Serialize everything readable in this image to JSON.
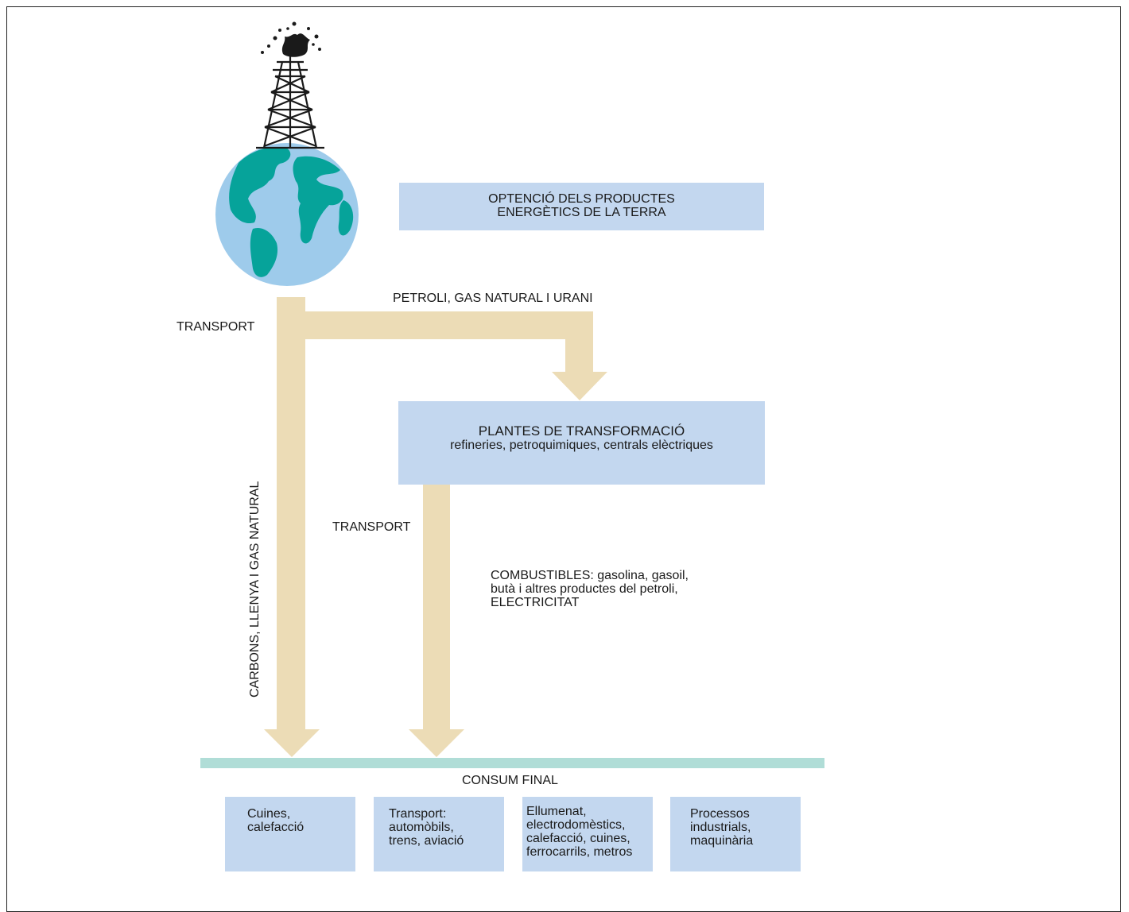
{
  "colors": {
    "flow": "#ecdcb6",
    "box": "#c3d7ef",
    "consum_line": "#b0ddd7",
    "ocean": "#9ecbeb",
    "land": "#06a39a",
    "derrick": "#1a1a1a"
  },
  "icons": {
    "globe": "globe-icon",
    "derrick": "oil-derrick-icon"
  },
  "boxes": {
    "obtencio": {
      "lines": [
        "OPTENCIÓ DELS PRODUCTES",
        "ENERGÈTICS DE LA TERRA"
      ]
    },
    "plantes": {
      "title": "PLANTES DE TRANSFORMACIÓ",
      "subtitle": "refineries, petroquimiques, centrals elèctriques"
    }
  },
  "labels": {
    "petroli": "PETROLI, GAS NATURAL I URANI",
    "transport_left": "TRANSPORT",
    "transport_mid": "TRANSPORT",
    "carbons": "CARBONS, LLENYA I GAS NATURAL",
    "combustibles": [
      "COMBUSTIBLES: gasolina, gasoil,",
      "butà i altres productes del petroli,",
      "ELECTRICITAT"
    ],
    "consum_final": "CONSUM FINAL"
  },
  "consum_boxes": [
    {
      "lines": [
        "Cuines,",
        "calefacció"
      ]
    },
    {
      "lines": [
        "Transport:",
        "automòbils,",
        "trens, aviació"
      ]
    },
    {
      "lines": [
        "Ellumenat,",
        "electrodomèstics,",
        "calefacció, cuines,",
        "ferrocarrils, metros"
      ]
    },
    {
      "lines": [
        "Processos",
        "industrials,",
        "maquinària"
      ]
    }
  ]
}
